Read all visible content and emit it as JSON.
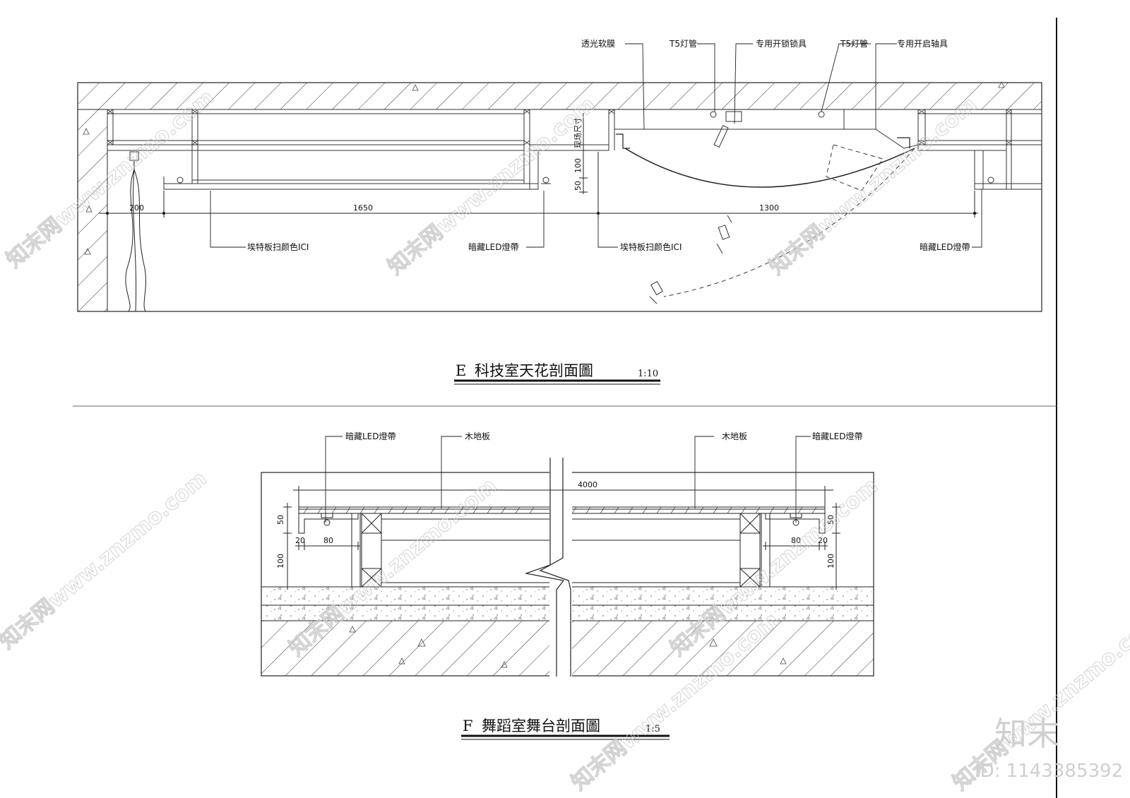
{
  "section_e": {
    "labels": {
      "soft_film": "透光软膜",
      "t5_lamp_1": "T5灯管",
      "lock_hardware": "专用开锁锁具",
      "t5_lamp_2": "T5灯管",
      "hinge_hardware": "专用开启轴具",
      "site_size": "现场尺寸",
      "etter_board_1": "埃特板扫颜色ICI",
      "hidden_led_1": "暗藏LED燈帶",
      "etter_board_2": "埃特板扫颜色ICI",
      "hidden_led_2": "暗藏LED燈帶"
    },
    "dims": {
      "d200": "200",
      "d1650": "1650",
      "d1300": "1300",
      "d100": "100",
      "d50": "50"
    },
    "title_letter": "E",
    "title": "科技室天花剖面圖",
    "scale": "1:10"
  },
  "section_f": {
    "labels": {
      "hidden_led_left": "暗藏LED燈帶",
      "wood_floor_left": "木地板",
      "wood_floor_right": "木地板",
      "hidden_led_right": "暗藏LED燈帶"
    },
    "dims": {
      "d4000": "4000",
      "d50_left": "50",
      "d20_left": "20",
      "d80_left": "80",
      "d100_left": "100",
      "d50_right": "50",
      "d20_right": "20",
      "d80_right": "80",
      "d100_right": "100"
    },
    "title_letter": "F",
    "title": "舞蹈室舞台剖面圖",
    "scale": "1:5"
  },
  "branding": {
    "logo_text": "知末",
    "id_text": "ID: 1143385392",
    "watermark": "知末网www.znzmo.com"
  }
}
